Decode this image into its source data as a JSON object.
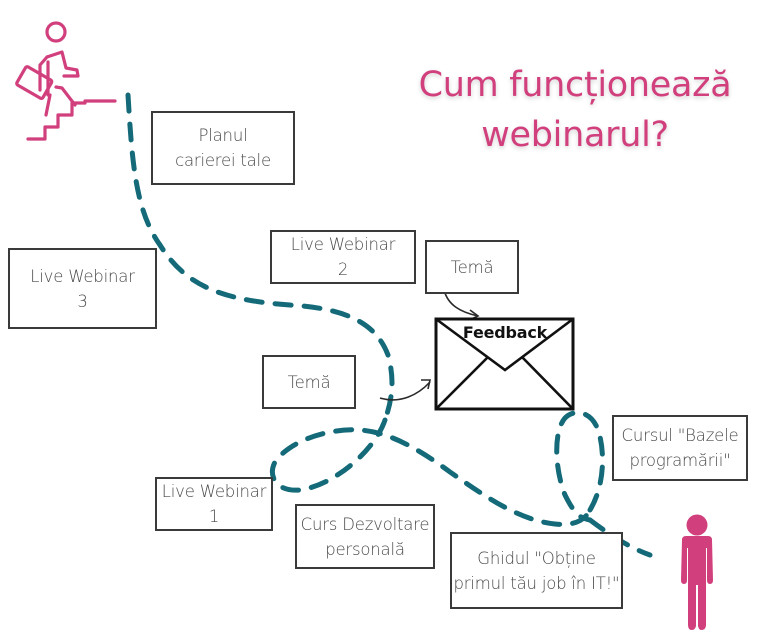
{
  "title": "Cum funcționează\nwebinarul?",
  "colors": {
    "accent": "#d13f7d",
    "path": "#146a78",
    "box_border": "#3a3a3a",
    "text": "#4a4a4a"
  },
  "icons": {
    "start": "person-climbing-stairs-icon",
    "end": "standing-person-icon",
    "feedback": "envelope-icon"
  },
  "steps": {
    "career_plan": "Planul\ncarierei tale",
    "live_webinar_3": "Live Webinar\n3",
    "live_webinar_2": "Live Webinar\n2",
    "homework_top": "Temă",
    "homework_left": "Temă",
    "live_webinar_1": "Live Webinar\n1",
    "personal_dev_course": "Curs Dezvoltare\npersonală",
    "programming_basics_course": "Cursul \"Bazele\nprogramării\"",
    "it_job_guide": "Ghidul \"Obține\nprimul tău job în IT!\""
  },
  "feedback": {
    "label": "Feedback"
  }
}
